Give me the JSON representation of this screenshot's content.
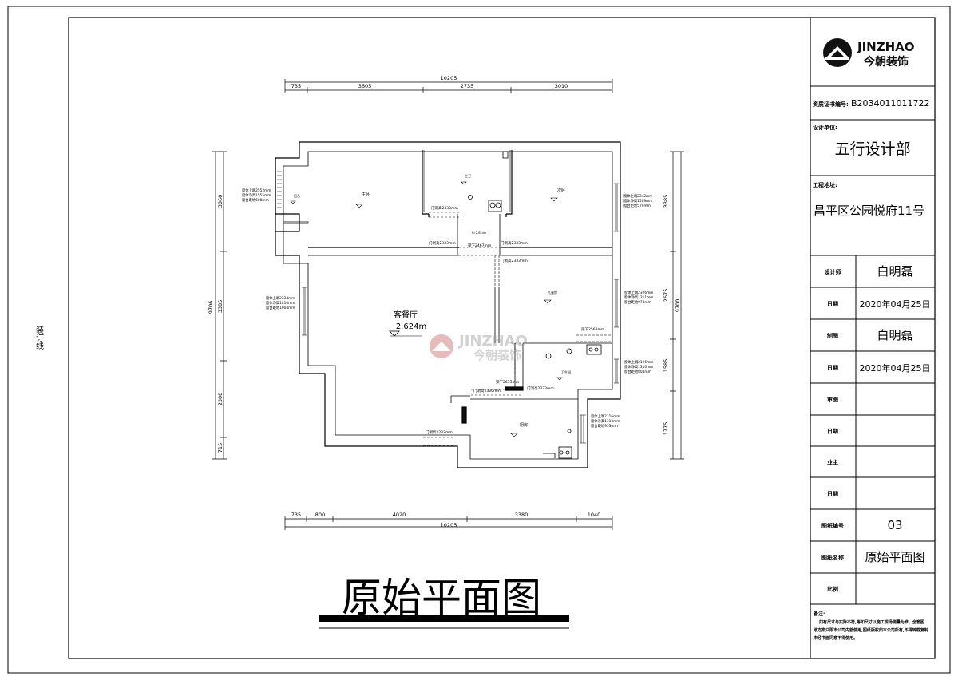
{
  "side_mark": "装订线",
  "logo": {
    "brand": "JINZHAO",
    "cn": "今朝装饰"
  },
  "watermark": {
    "brand": "JINZHAO",
    "cn": "今朝装饰"
  },
  "title_block": {
    "license_label": "资质证书编号:",
    "license_value": "B2034011011722",
    "design_unit_label": "设计单位:",
    "design_unit_value": "五行设计部",
    "project_addr_label": "工程地址:",
    "project_addr_value": "昌平区公园悦府11号",
    "rows": [
      {
        "label": "设计师",
        "value": "白明磊"
      },
      {
        "label": "日期",
        "value": "2020年04月25日"
      },
      {
        "label": "制图",
        "value": "白明磊"
      },
      {
        "label": "日期",
        "value": "2020年04月25日"
      },
      {
        "label": "审图",
        "value": ""
      },
      {
        "label": "日期",
        "value": ""
      },
      {
        "label": "业主",
        "value": ""
      },
      {
        "label": "日期",
        "value": ""
      },
      {
        "label": "图纸编号",
        "value": "03"
      },
      {
        "label": "图纸名称",
        "value": "原始平面图"
      },
      {
        "label": "比例",
        "value": ""
      }
    ],
    "notes_label": "备注:",
    "notes_lines": [
      "如有尺寸与实际不符,等如尺寸以施工现场测量为准。全套图",
      "纸方案只限本公司内部使用,图纸版权归本公司所有,不得转载复制",
      "未经书面同意不得使用。"
    ]
  },
  "plan": {
    "title": "原始平面图",
    "top_total": "10205",
    "top_dims": [
      "735",
      "3605",
      "2735",
      "3010"
    ],
    "bottom_total": "10205",
    "bottom_dims": [
      "735",
      "800",
      "4020",
      "3380",
      "1040"
    ],
    "left_total": "9706",
    "left_dims": [
      "3060",
      "3385",
      "2300",
      "715"
    ],
    "right_total": "9700",
    "right_dims": [
      "3385",
      "2675",
      "1585",
      "1775"
    ],
    "rooms": {
      "living": "客餐厅",
      "living_h": "2.624m",
      "master": "主卧",
      "second": "次卧",
      "master_bath": "主卫",
      "study": "儿童房",
      "bath": "卫生间",
      "kitchen": "厨房",
      "balcony": "阳台",
      "small": "h=2.624m"
    },
    "notes": {
      "door_2333": "门洞高2333mm",
      "beam_2467": "梁下2467mm",
      "beam_2568": "梁下2568mm",
      "beam_2633": "梁下2633mm",
      "door_2330": "门洞高2330mm",
      "door_2232": "门洞高2232mm"
    },
    "window_notes": {
      "w1": [
        "窗体上端2552mm",
        "窗体净高1555mm",
        "窗台距地608mm"
      ],
      "w2": [
        "窗体上端2342mm",
        "窗体净高1509mm",
        "窗台距地579mm"
      ],
      "w3": [
        "窗体上端2334mm",
        "窗体净高1810mm",
        "窗台距地1004mm"
      ],
      "w4": [
        "窗体上端2326mm",
        "窗体净高1311mm",
        "窗台距地978mm"
      ],
      "w5": [
        "窗体上端2126mm",
        "窗体净高1310mm",
        "窗台距地804mm"
      ],
      "w6": [
        "窗体上端2316mm",
        "窗体净高1313mm",
        "窗台距地953mm"
      ]
    }
  }
}
